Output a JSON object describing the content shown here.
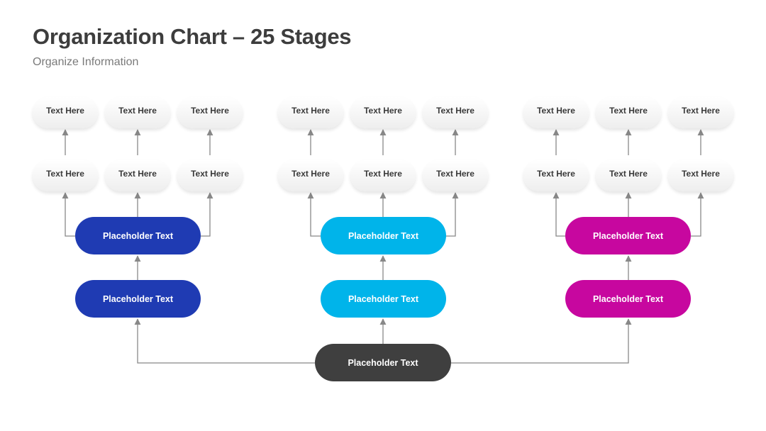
{
  "header": {
    "title": "Organization Chart – 25 Stages",
    "subtitle": "Organize Information"
  },
  "colors": {
    "branch_1": "#1f3bb3",
    "branch_2": "#00b4ea",
    "branch_3": "#c7079f",
    "root": "#3f3f3f",
    "connector": "#888888"
  },
  "root": {
    "label": "Placeholder Text"
  },
  "branches": [
    {
      "level_1": "Placeholder Text",
      "level_2": "Placeholder Text",
      "level_3": [
        "Text Here",
        "Text Here",
        "Text Here"
      ],
      "level_4": [
        "Text Here",
        "Text Here",
        "Text Here"
      ]
    },
    {
      "level_1": "Placeholder Text",
      "level_2": "Placeholder Text",
      "level_3": [
        "Text Here",
        "Text Here",
        "Text Here"
      ],
      "level_4": [
        "Text Here",
        "Text Here",
        "Text Here"
      ]
    },
    {
      "level_1": "Placeholder Text",
      "level_2": "Placeholder Text",
      "level_3": [
        "Text Here",
        "Text Here",
        "Text Here"
      ],
      "level_4": [
        "Text Here",
        "Text Here",
        "Text Here"
      ]
    }
  ]
}
